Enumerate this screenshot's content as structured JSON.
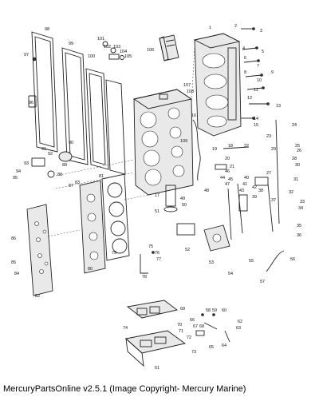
{
  "footer": {
    "caption": "MercuryPartsOnline v2.5.1 (Image Copyright- Mercury Marine)"
  },
  "diagram": {
    "callouts": [
      "1",
      "2",
      "3",
      "4",
      "5",
      "6",
      "7",
      "8",
      "9",
      "10",
      "11",
      "12",
      "13",
      "14",
      "15",
      "16",
      "17",
      "18",
      "19",
      "20",
      "21",
      "22",
      "23",
      "24",
      "25",
      "26",
      "27",
      "28",
      "29",
      "30",
      "31",
      "32",
      "33",
      "34",
      "35",
      "36",
      "37",
      "38",
      "39",
      "40",
      "41",
      "42",
      "43",
      "44",
      "45",
      "46",
      "47",
      "48",
      "49",
      "50",
      "51",
      "52",
      "53",
      "54",
      "55",
      "56",
      "57",
      "58",
      "59",
      "60",
      "61",
      "62",
      "63",
      "64",
      "65",
      "66",
      "67",
      "68",
      "69",
      "70",
      "71",
      "72",
      "73",
      "74",
      "75",
      "76",
      "77",
      "78",
      "79",
      "80",
      "81",
      "82",
      "83",
      "84",
      "85",
      "86",
      "87",
      "88",
      "89",
      "90",
      "91",
      "92",
      "93",
      "94",
      "95",
      "96",
      "97",
      "98",
      "99",
      "100",
      "101",
      "102",
      "103",
      "104",
      "105",
      "106",
      "107",
      "108",
      "109"
    ]
  }
}
